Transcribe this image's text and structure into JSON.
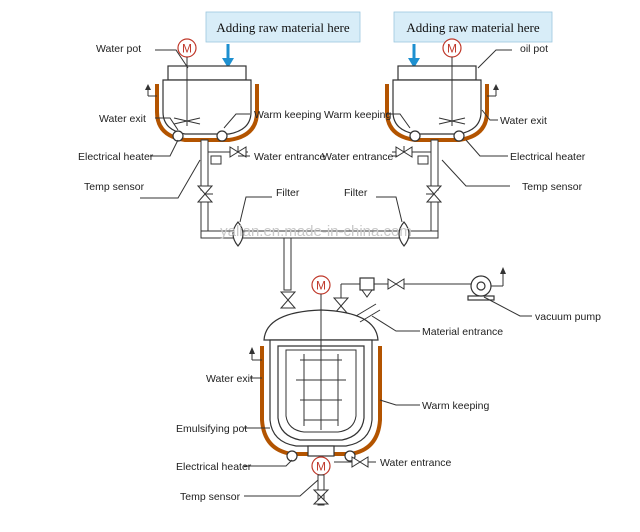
{
  "banners": {
    "left": "Adding raw material here",
    "right": "Adding raw material here"
  },
  "motor_symbol": "M",
  "watermark": "yalian.en.made-in-china.com",
  "colors": {
    "banner_bg": "#d8edf8",
    "arrow": "#1e90d0",
    "jacket": "#b35400",
    "motor": "#c0392b"
  },
  "labels": {
    "water_pot": "Water pot",
    "oil_pot": "oil pot",
    "water_exit_left": "Water exit",
    "water_exit_right": "Water exit",
    "warm_keeping_left": "Warm keeping",
    "warm_keeping_right": "Warm keeping",
    "electrical_heater_left": "Electrical heater",
    "electrical_heater_right": "Electrical heater",
    "water_entrance_left": "Water entrance",
    "water_entrance_right": "Water entrance",
    "temp_sensor_left": "Temp sensor",
    "temp_sensor_right": "Temp sensor",
    "filter_left": "Filter",
    "filter_right": "Filter",
    "vacuum_pump": "vacuum pump",
    "material_entrance": "Material entrance",
    "water_exit_bottom": "Water exit",
    "warm_keeping_bottom": "Warm keeping",
    "emulsifying_pot": "Emulsifying pot",
    "electrical_heater_bottom": "Electrical heater",
    "water_entrance_bottom": "Water entrance",
    "temp_sensor_bottom": "Temp sensor"
  }
}
